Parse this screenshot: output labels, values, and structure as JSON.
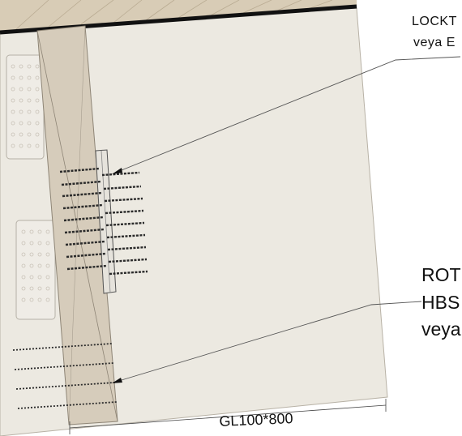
{
  "annotations": {
    "locktype_line1": "LOCKT",
    "locktype_line2": "veya E",
    "rothoblaas_line1": "ROT",
    "rothoblaas_line2": "HBS",
    "rothoblaas_line3": "veya"
  },
  "dimension": {
    "beam_section": "GL100*800"
  },
  "colors": {
    "panel": "#ece9e1",
    "timber_post": "#d9d0c0",
    "roof_hatch": "#d3c7b2",
    "line": "#333333",
    "screw": "#2b2b2b"
  }
}
